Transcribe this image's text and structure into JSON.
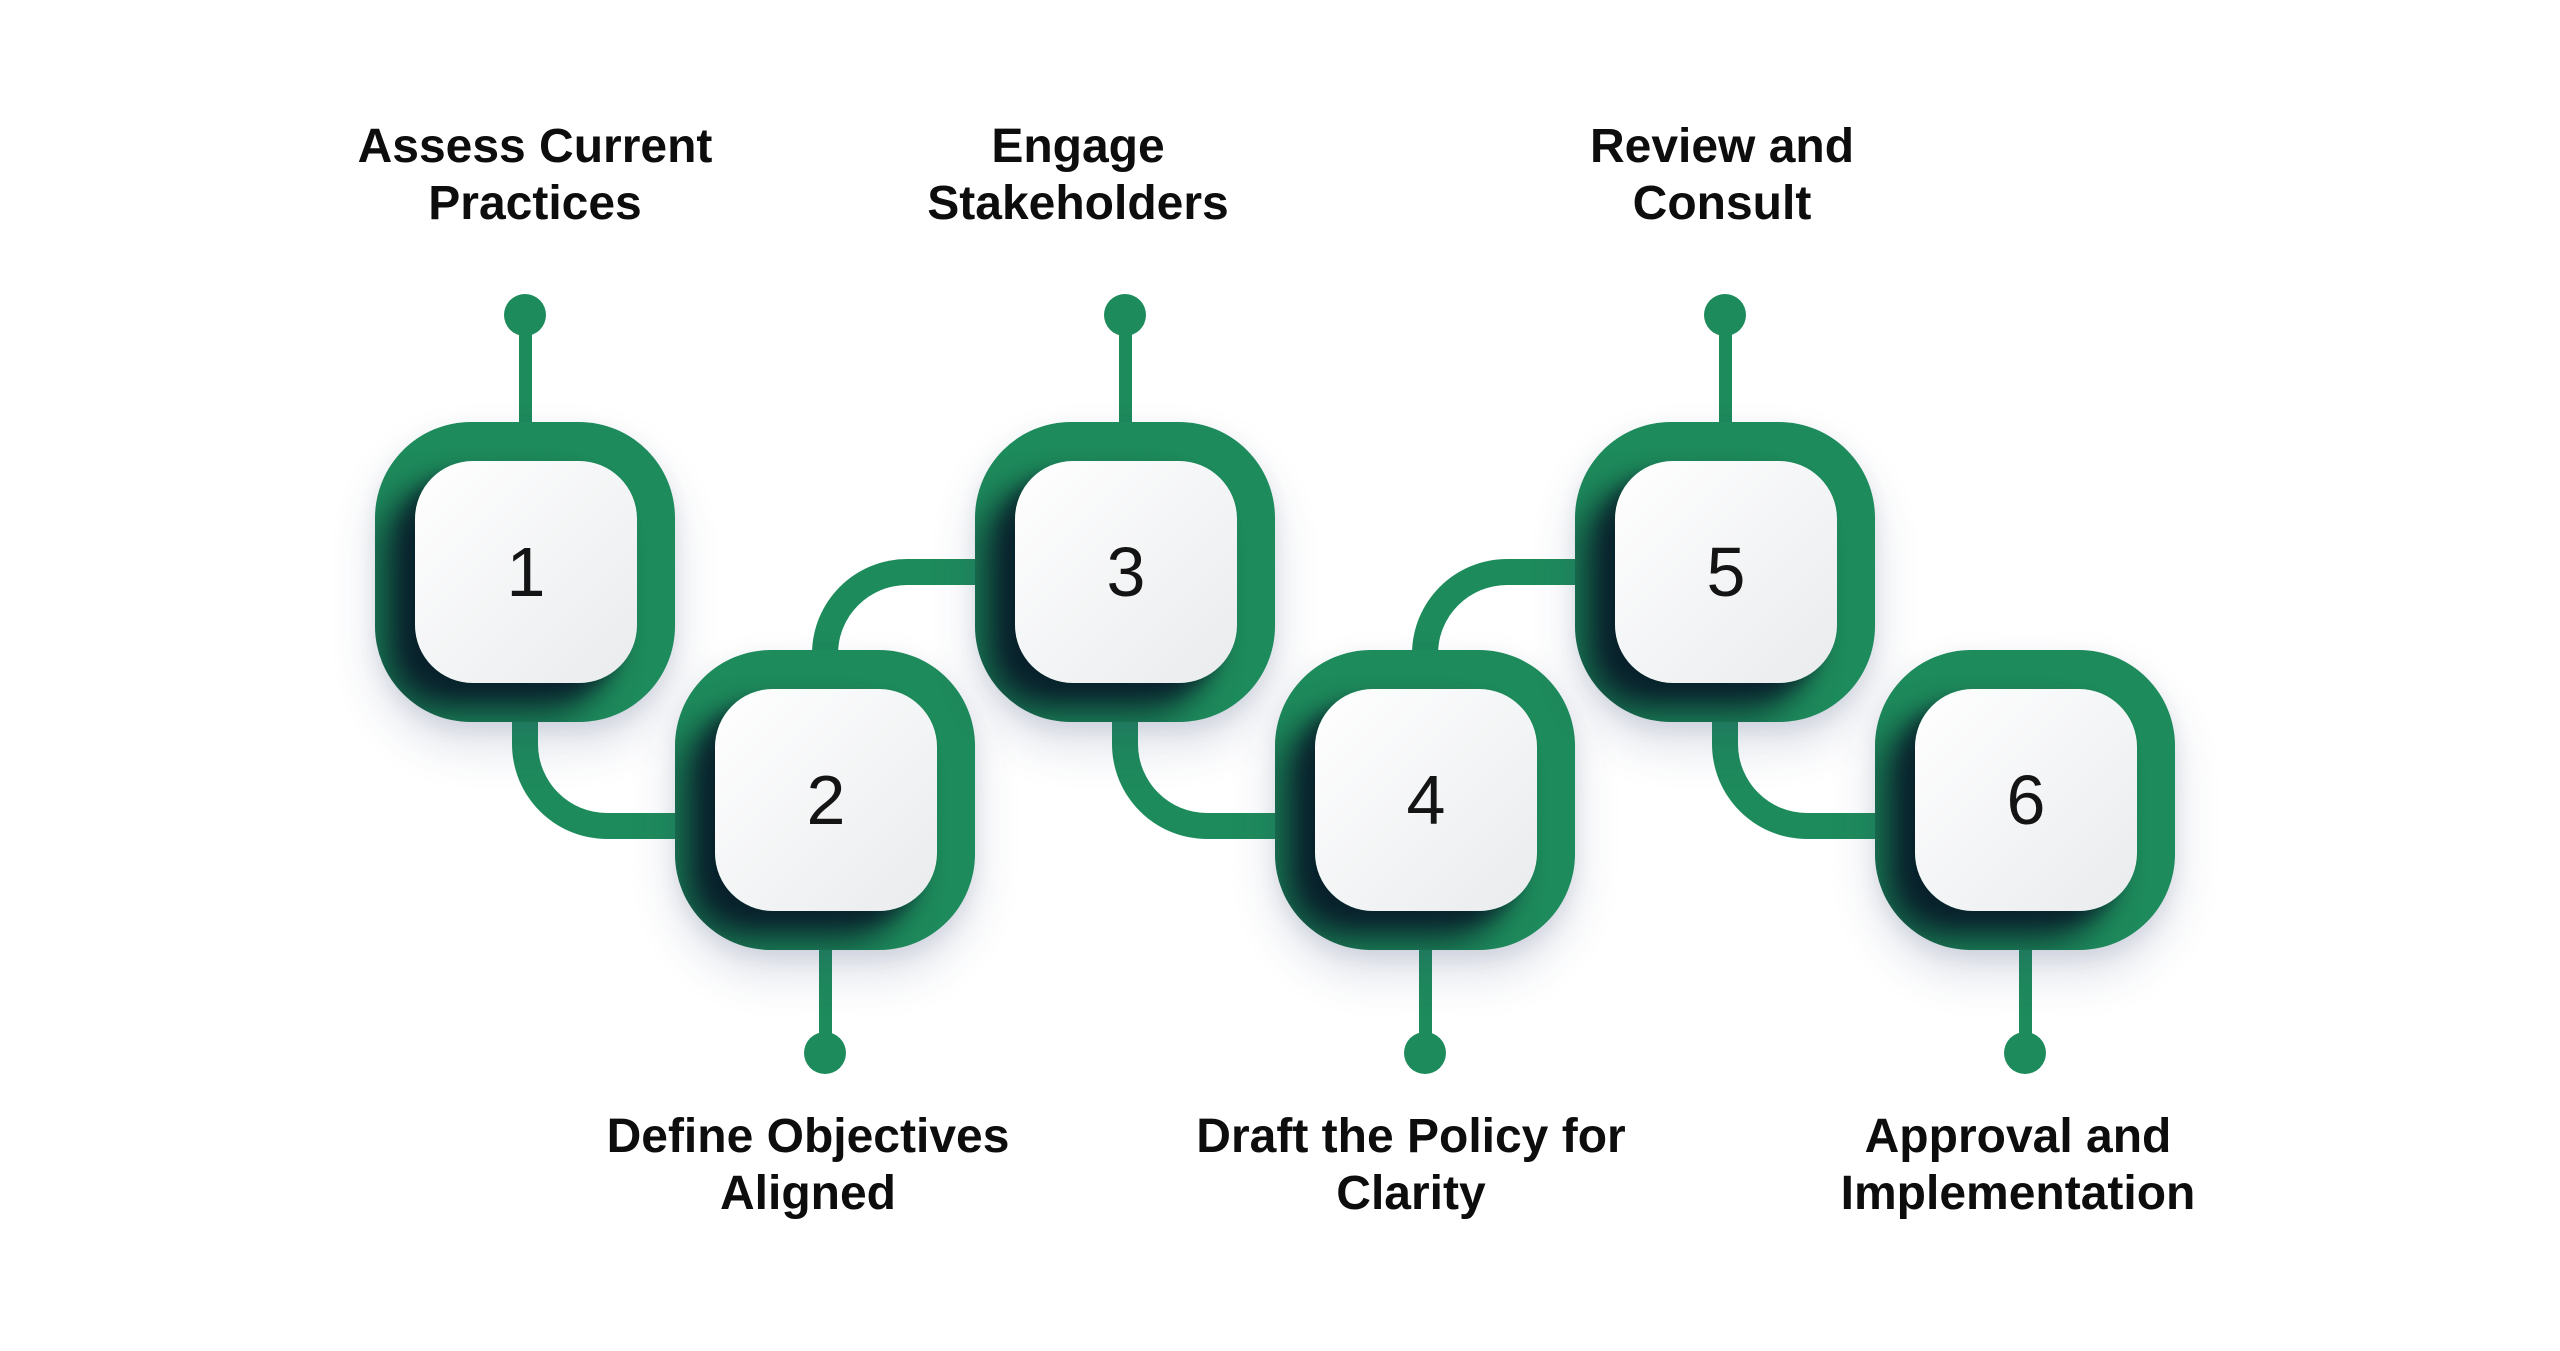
{
  "diagram": {
    "kind": "process-steps-infographic",
    "step_count": 6
  },
  "theme": {
    "accent_green": "#1E8B5C",
    "shadow_navy": "#0A1C33",
    "card_light": "#FFFFFF",
    "card_shade": "#E9EBED",
    "text_dark": "#0D0D0D",
    "number_dark": "#141414",
    "background": "#FFFFFF"
  },
  "steps": [
    {
      "number": "1",
      "label": "Assess Current\nPractices",
      "position": "top"
    },
    {
      "number": "2",
      "label": "Define Objectives\nAligned",
      "position": "bottom"
    },
    {
      "number": "3",
      "label": "Engage\nStakeholders",
      "position": "top"
    },
    {
      "number": "4",
      "label": "Draft the Policy for\nClarity",
      "position": "bottom"
    },
    {
      "number": "5",
      "label": "Review and\nConsult",
      "position": "top"
    },
    {
      "number": "6",
      "label": "Approval and\nImplementation",
      "position": "bottom"
    }
  ]
}
